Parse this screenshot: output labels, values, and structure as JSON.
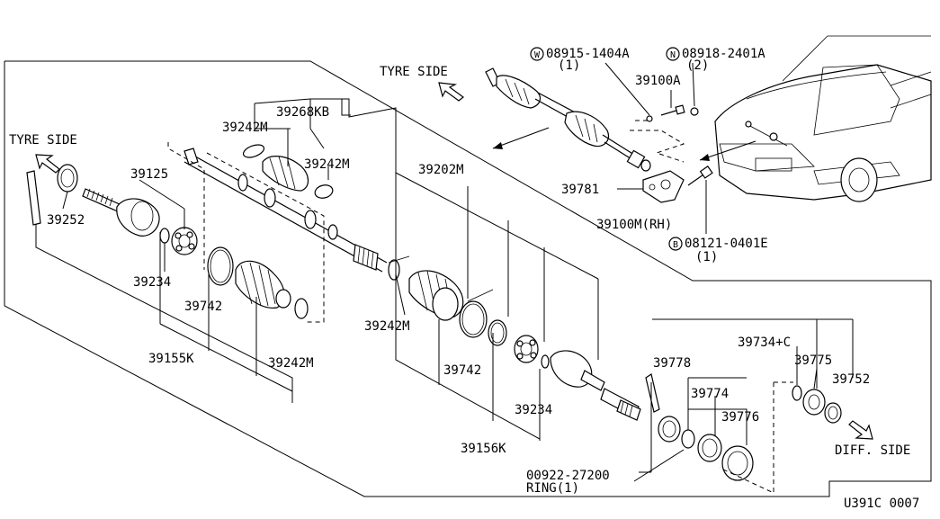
{
  "diagram_id": "U391C 0007",
  "direction_labels": {
    "tyre_side_left": "TYRE SIDE",
    "tyre_side_top": "TYRE SIDE",
    "diff_side": "DIFF. SIDE"
  },
  "hardware": {
    "washer_badge": "W",
    "washer_part": "08915-1404A",
    "washer_qty": "(1)",
    "nut_badge": "N",
    "nut_part": "08918-2401A",
    "nut_qty": "(2)",
    "bolt_badge": "B",
    "bolt_part": "08121-0401E",
    "bolt_qty": "(1)"
  },
  "assembly": {
    "shaft_rh": "39100M(RH)",
    "stud": "39100A",
    "bracket": "39781"
  },
  "parts": {
    "p39268kb": "39268KB",
    "p39242m_a": "39242M",
    "p39242m_b": "39242M",
    "p39242m_c": "39242M",
    "p39242m_d": "39242M",
    "p39125": "39125",
    "p39252": "39252",
    "p39234_a": "39234",
    "p39234_b": "39234",
    "p39742_a": "39742",
    "p39742_b": "39742",
    "p39155k": "39155K",
    "p39202m": "39202M",
    "p39156k": "39156K",
    "p39778": "39778",
    "p39774": "39774",
    "p39776": "39776",
    "p39734c": "39734+C",
    "p39775": "39775",
    "p39752": "39752",
    "p00922": "00922-27200",
    "ring": "RING(1)"
  }
}
